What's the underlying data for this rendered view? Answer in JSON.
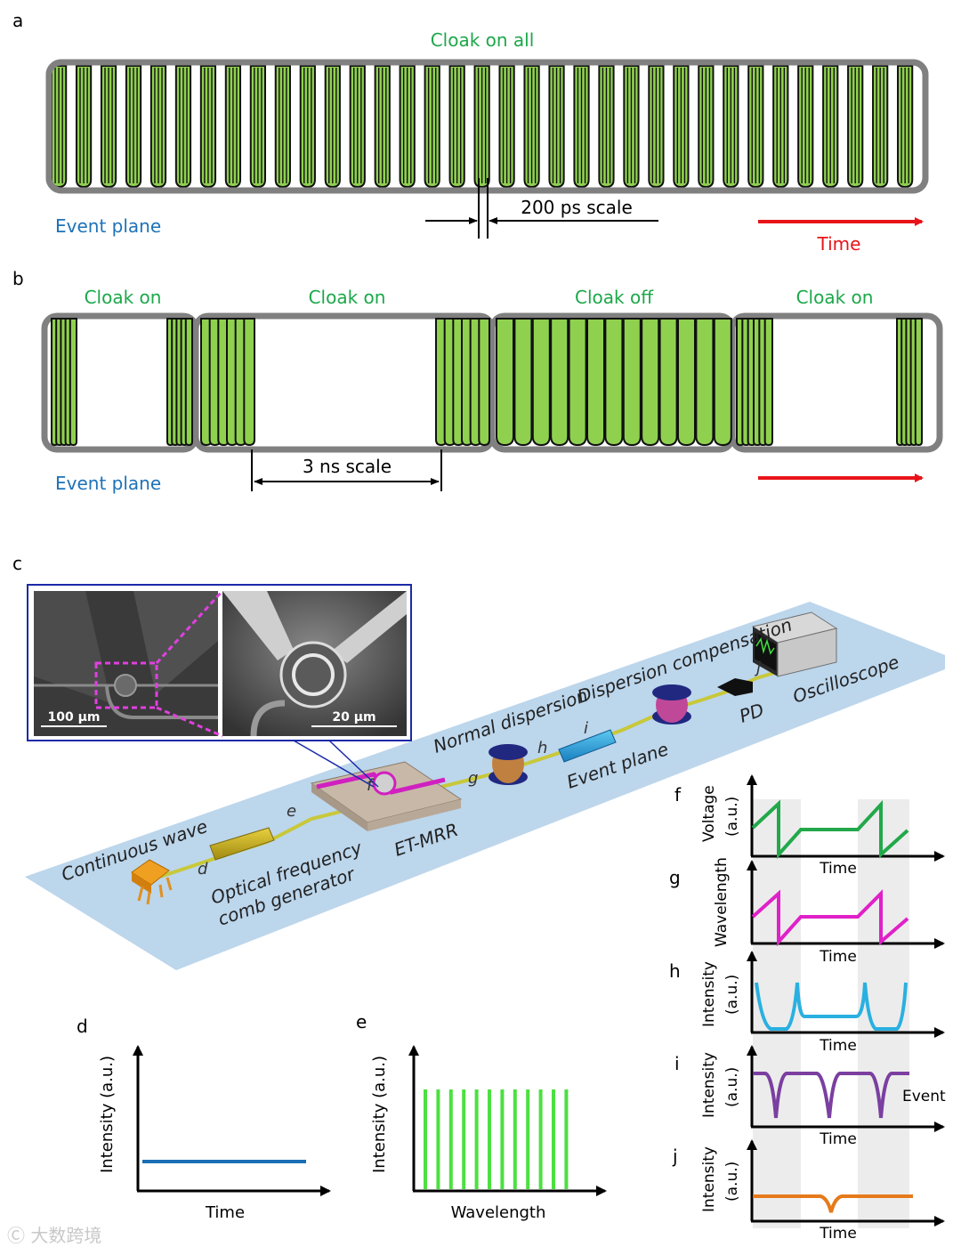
{
  "panel_labels": {
    "a": "a",
    "b": "b",
    "c": "c",
    "d": "d",
    "e": "e",
    "f": "f",
    "g": "g",
    "h": "h",
    "i": "i",
    "j": "j"
  },
  "colors": {
    "green_text": "#1ca84a",
    "blue_text": "#1d72b8",
    "red": "#e8141a",
    "pulse": "#8fd14f",
    "plot_green": "#22a84a",
    "plot_magenta": "#e020c8",
    "plot_cyan": "#2ab0e0",
    "plot_purple": "#7b3fa0",
    "plot_orange": "#e67a1a",
    "plot_blue": "#1a6eb4"
  },
  "panel_a": {
    "top_label": "Cloak on all",
    "left_label": "Event plane",
    "scale_label": "200 ps scale",
    "time_label": "Time",
    "pulse_count": 35
  },
  "panel_b": {
    "cloak_labels": [
      "Cloak on",
      "Cloak on",
      "Cloak off",
      "Cloak on"
    ],
    "left_label": "Event plane",
    "scale_label": "3 ns scale"
  },
  "panel_c": {
    "scale_left": "100 µm",
    "scale_right": "20 µm",
    "labels": {
      "continuous_wave": "Continuous wave",
      "ofcg_1": "Optical frequency",
      "ofcg_2": "comb generator",
      "etmrr": "ET-MRR",
      "normal_dispersion": "Normal dispersion",
      "event_plane": "Event plane",
      "dispersion_compensation": "Dispersion compensation",
      "pd": "PD",
      "oscilloscope": "Oscilloscope"
    },
    "points": [
      "d",
      "e",
      "f",
      "g",
      "h",
      "i",
      "j"
    ]
  },
  "panel_d": {
    "ylabel": "Intensity (a.u.)",
    "xlabel": "Time"
  },
  "panel_e": {
    "ylabel": "Intensity (a.u.)",
    "xlabel": "Wavelength",
    "line_count": 12
  },
  "panel_f": {
    "ylabel_1": "Voltage",
    "ylabel_2": "(a.u.)",
    "xlabel": "Time"
  },
  "panel_g": {
    "ylabel": "Wavelength",
    "xlabel": "Time"
  },
  "panel_h": {
    "ylabel_1": "Intensity",
    "ylabel_2": "(a.u.)",
    "xlabel": "Time"
  },
  "panel_i": {
    "ylabel_1": "Intensity",
    "ylabel_2": "(a.u.)",
    "xlabel": "Time",
    "event_label": "Event"
  },
  "panel_j": {
    "ylabel_1": "Intensity",
    "ylabel_2": "(a.u.)",
    "xlabel": "Time"
  },
  "watermark": "大数跨境"
}
